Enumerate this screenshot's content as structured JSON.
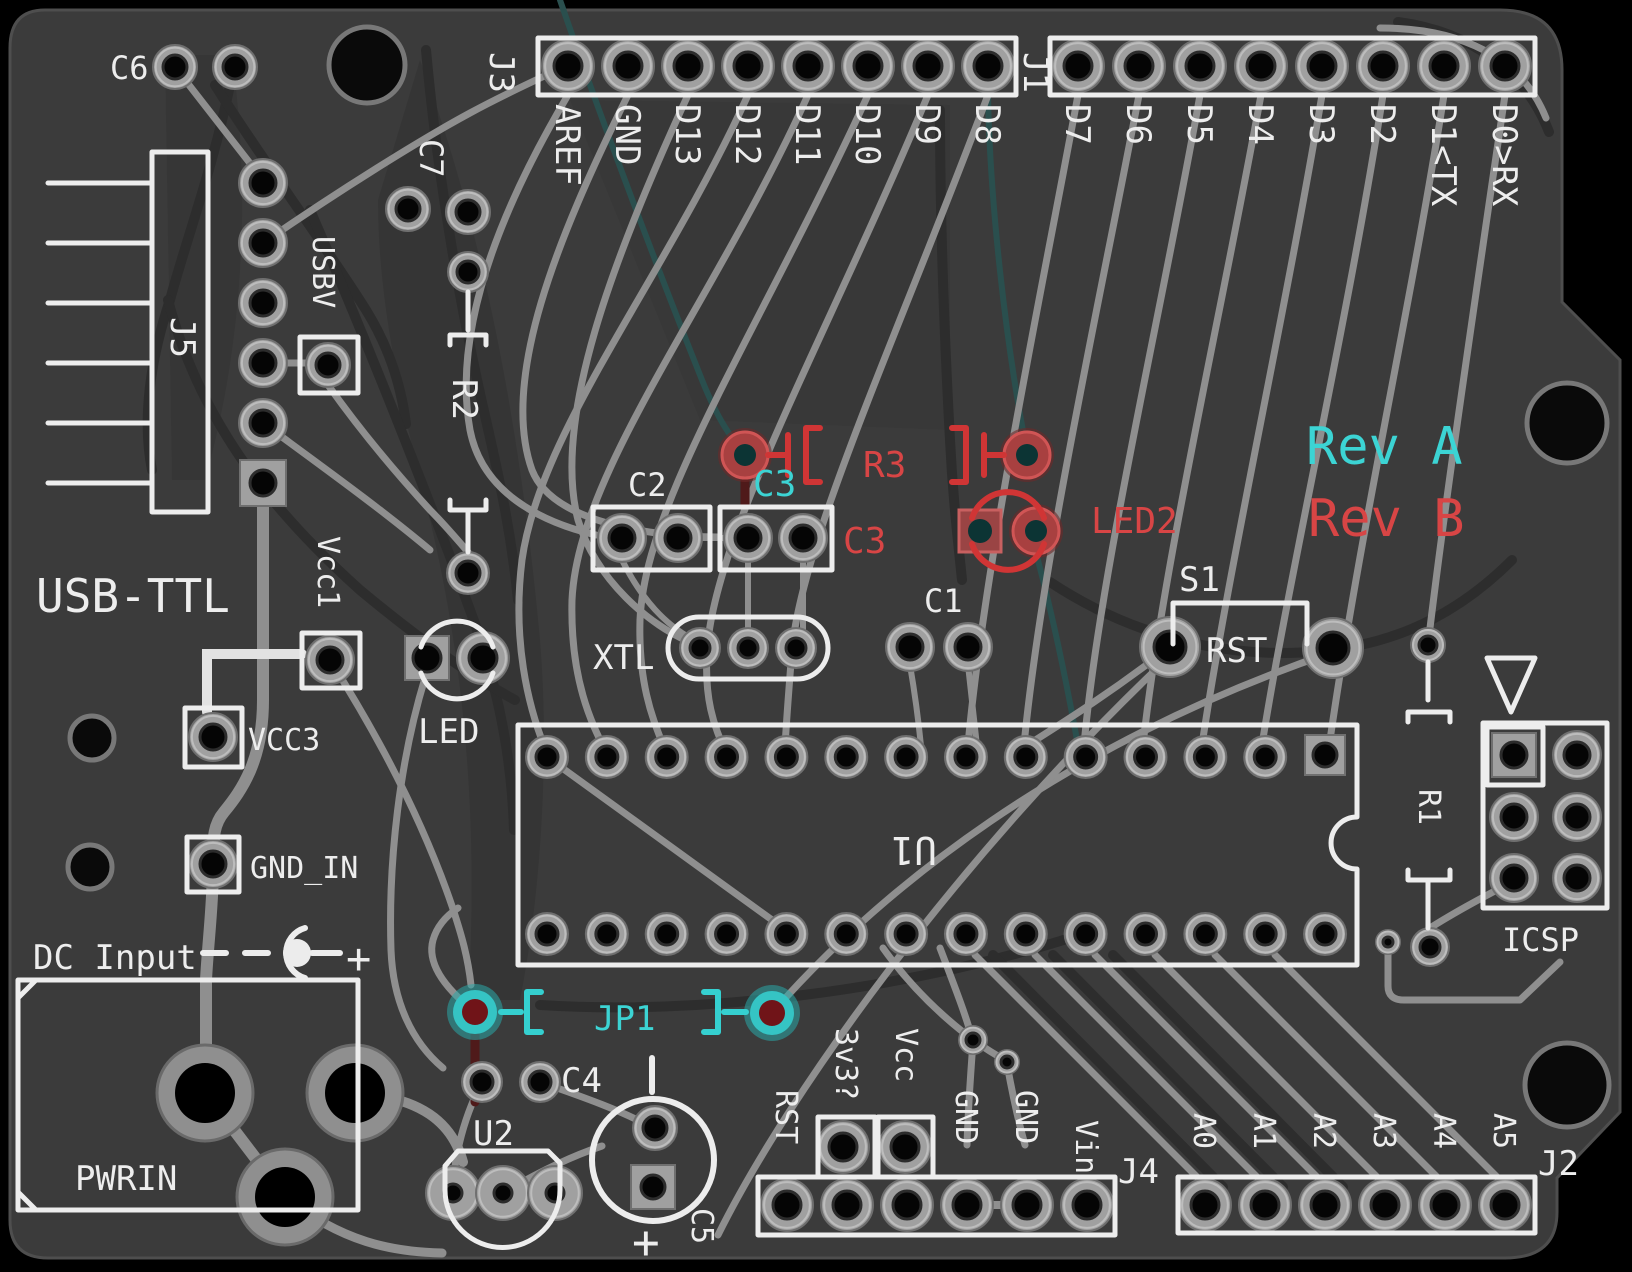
{
  "board_name": "USB-TTL",
  "headers": {
    "j3": {
      "ref": "J3",
      "pins": [
        "AREF",
        "GND",
        "D13",
        "D12",
        "D11",
        "D10",
        "D9",
        "D8"
      ]
    },
    "j1": {
      "ref": "J1",
      "pins": [
        "D7",
        "D6",
        "D5",
        "D4",
        "D3",
        "D2",
        "D1<TX",
        "D0>RX"
      ]
    },
    "j4": {
      "ref": "J4",
      "pins": [
        "RST",
        "3v3?",
        "Vcc",
        "GND",
        "GND",
        "Vin"
      ]
    },
    "j2": {
      "ref": "J2",
      "pins": [
        "A0",
        "A1",
        "A2",
        "A3",
        "A4",
        "A5"
      ]
    },
    "j5": {
      "ref": "J5"
    },
    "icsp": {
      "ref": "ICSP"
    }
  },
  "components": {
    "c6": "C6",
    "c7": "C7",
    "r2": "R2",
    "led": "LED",
    "c2": "C2",
    "xtl": "XTL",
    "c1": "C1",
    "s1": "S1",
    "rst_button": "RST",
    "u1": "U1",
    "u2": "U2",
    "c4": "C4",
    "c5": "C5",
    "r1": "R1",
    "jp1": "JP1",
    "usbv": "USBV",
    "vcc1": "Vcc1",
    "vcc3": "VCC3",
    "gnd_in": "GND_IN"
  },
  "bottom_silkscreen": {
    "c3_label_top": "C3",
    "c3_label_right": "C3",
    "r3": "R3",
    "led2": "LED2"
  },
  "annotations": {
    "usb_ttl": "USB-TTL",
    "dc_input": "DC Input",
    "pwrin": "PWRIN",
    "rev_a": "Rev A",
    "rev_b": "Rev B",
    "dc_plus": "+",
    "c5_plus": "+"
  },
  "colors": {
    "background": "#000000",
    "board": "#3b3b3b",
    "silkscreen": "#ededed",
    "copper_trace": "#8f8f8f",
    "inner_trace_dark": "#2d2d2d",
    "bottom_silk_red": "#d04040",
    "highlight_cyan": "#35d0d0",
    "teal_trace": "#2a4f4e"
  }
}
